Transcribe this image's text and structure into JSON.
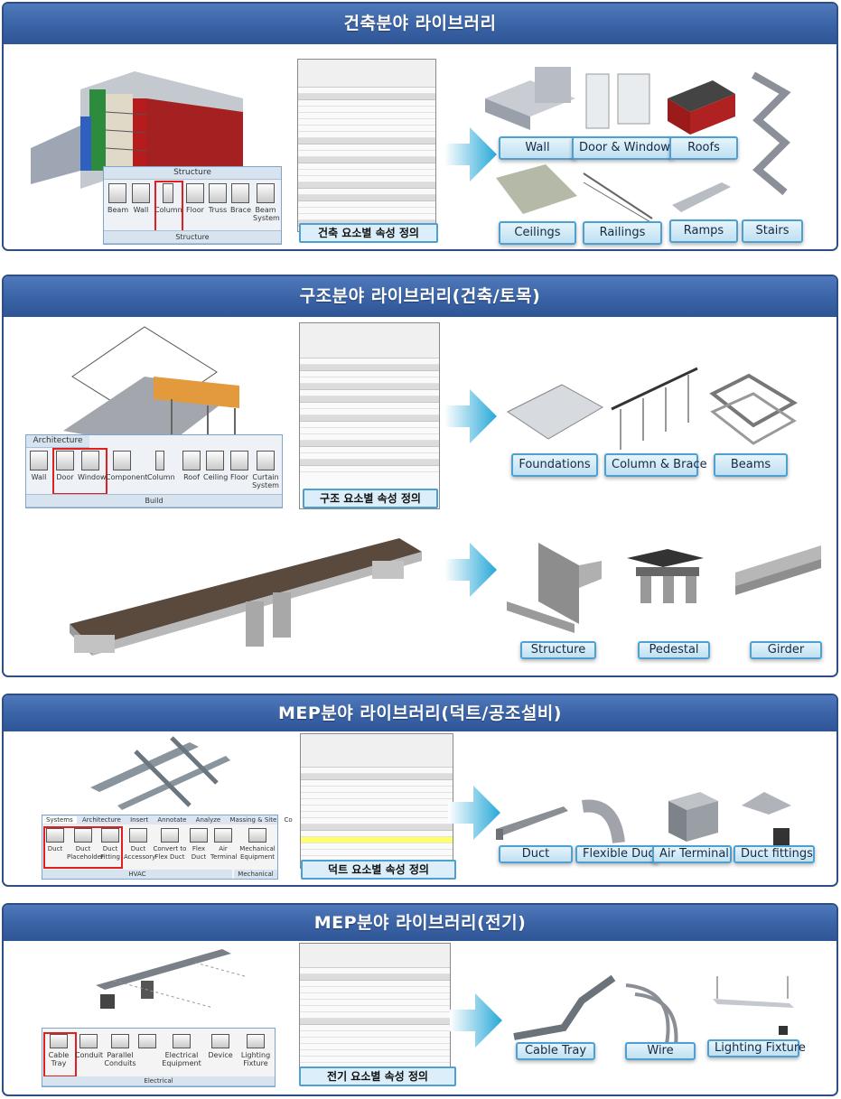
{
  "sections": [
    {
      "title": "건축분야 라이브러리",
      "ribbon_title": "Structure",
      "ribbon_items": [
        "Beam",
        "Wall",
        "Column",
        "Floor",
        "Truss",
        "Brace",
        "Beam\nSystem"
      ],
      "ribbon_footer": "Structure",
      "caption": "건축 요소별 속성 정의",
      "labels": [
        "Wall",
        "Door & Windows",
        "Roofs",
        "Ceilings",
        "Railings",
        "Ramps",
        "Stairs"
      ]
    },
    {
      "title": "구조분야 라이브러리(건축/토목)",
      "ribbon_title": "Architecture",
      "ribbon_items": [
        "Wall",
        "Door",
        "Window",
        "Component",
        "Column",
        "Roof",
        "Ceiling",
        "Floor",
        "Curtain\nSystem"
      ],
      "ribbon_footer": "Build",
      "caption": "구조 요소별 속성 정의",
      "labels": [
        "Foundations",
        "Column & Brace",
        "Beams"
      ],
      "labels2": [
        "Structure",
        "Pedestal",
        "Girder"
      ]
    },
    {
      "title": "MEP분야 라이브러리(덕트/공조설비)",
      "ribbon_tabs": [
        "Systems",
        "Architecture",
        "Insert",
        "Annotate",
        "Analyze",
        "Massing & Site",
        "Co"
      ],
      "ribbon_items": [
        "Duct",
        "Duct\nPlaceholder",
        "Duct\nFitting",
        "Duct\nAccessory",
        "Convert to\nFlex Duct",
        "Flex\nDuct",
        "Air\nTerminal",
        "Mechanical\nEquipment"
      ],
      "ribbon_footer": "HVAC",
      "ribbon_footer2": "Mechanical",
      "caption": "덕트 요소별 속성 정의",
      "labels": [
        "Duct",
        "Flexible Duct",
        "Air Terminal",
        "Duct fittings"
      ]
    },
    {
      "title": "MEP분야 라이브러리(전기)",
      "ribbon_items": [
        "Cable\nTray",
        "Conduit",
        "Parallel\nConduits",
        "",
        "Electrical\nEquipment",
        "Device",
        "Lighting\nFixture"
      ],
      "ribbon_footer": "Electrical",
      "caption": "전기 요소별 속성 정의",
      "labels": [
        "Cable Tray",
        "Wire",
        "Lighting Fixture"
      ]
    }
  ],
  "colors": {
    "header": "#3a63a6",
    "border": "#2d4f86",
    "label_border": "#4ea0d2",
    "arrow": "#27a8d8",
    "highlight": "#e02020"
  },
  "icons": [
    "arrow-right-icon"
  ]
}
